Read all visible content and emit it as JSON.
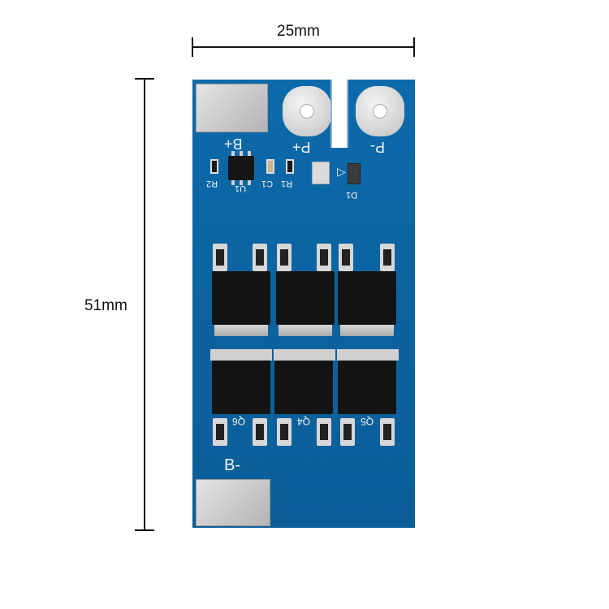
{
  "dimensions": {
    "width_label": "25mm",
    "height_label": "51mm"
  },
  "board": {
    "color": "#0c63a0",
    "terminals": {
      "b_plus": "B+",
      "b_minus": "B-",
      "p_plus": "P+",
      "p_minus": "P-"
    },
    "components": {
      "r2": "R2",
      "u1": "U1",
      "c1": "C1",
      "r1": "R1",
      "d1": "D1",
      "q6": "Q6",
      "q4": "Q4",
      "q5": "Q5"
    }
  }
}
